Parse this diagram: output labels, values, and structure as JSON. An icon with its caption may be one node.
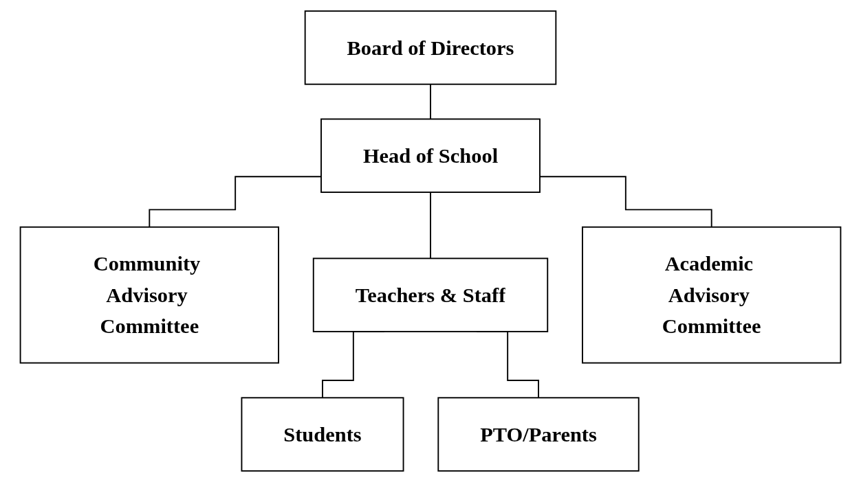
{
  "diagram": {
    "nodes": [
      {
        "text": [
          "Board of Directors"
        ]
      },
      {
        "text": [
          "Head of School"
        ]
      },
      {
        "text": [
          "Community Advisory Committee"
        ]
      },
      {
        "text": [
          "Teachers & Staff"
        ]
      },
      {
        "text": [
          "Academic Advisory Committee"
        ]
      },
      {
        "text": [
          "Students"
        ]
      },
      {
        "text": [
          "PTO/Parents"
        ]
      }
    ],
    "edges": [
      {
        "from": 0,
        "to": 1,
        "arrow": "none"
      },
      {
        "from": 1,
        "to": 2,
        "arrow": "none"
      },
      {
        "from": 1,
        "to": 3,
        "arrow": "none"
      },
      {
        "from": 1,
        "to": 4,
        "arrow": "none"
      },
      {
        "from": 3,
        "to": 5,
        "arrow": "none"
      },
      {
        "from": 3,
        "to": 6,
        "arrow": "none"
      }
    ]
  }
}
